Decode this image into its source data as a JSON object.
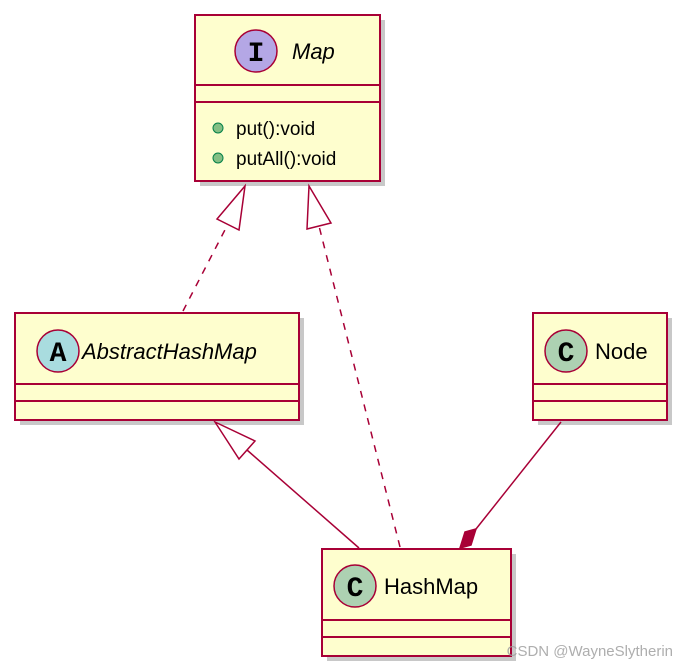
{
  "diagram": {
    "classes": [
      {
        "id": "map",
        "name": "Map",
        "stereotype_letter": "I",
        "kind": "interface",
        "methods": [
          "put():void",
          "putAll():void"
        ]
      },
      {
        "id": "abstract_hash_map",
        "name": "AbstractHashMap",
        "stereotype_letter": "A",
        "kind": "abstract",
        "methods": []
      },
      {
        "id": "node",
        "name": "Node",
        "stereotype_letter": "C",
        "kind": "class",
        "methods": []
      },
      {
        "id": "hash_map",
        "name": "HashMap",
        "stereotype_letter": "C",
        "kind": "class",
        "methods": []
      }
    ],
    "relations": [
      {
        "from": "abstract_hash_map",
        "to": "map",
        "type": "realization"
      },
      {
        "from": "hash_map",
        "to": "map",
        "type": "realization"
      },
      {
        "from": "hash_map",
        "to": "abstract_hash_map",
        "type": "generalization"
      },
      {
        "from": "node",
        "to": "hash_map",
        "type": "composition"
      }
    ],
    "colors": {
      "border": "#a80036",
      "class_fill": "#fefece",
      "interface_badge": "#b4a7e5",
      "abstract_badge": "#a9dcdf",
      "class_badge": "#add1b2",
      "method_dot": "#84be84",
      "shadow": "#c8c8c8"
    }
  },
  "watermark": "CSDN @WayneSlytherin"
}
